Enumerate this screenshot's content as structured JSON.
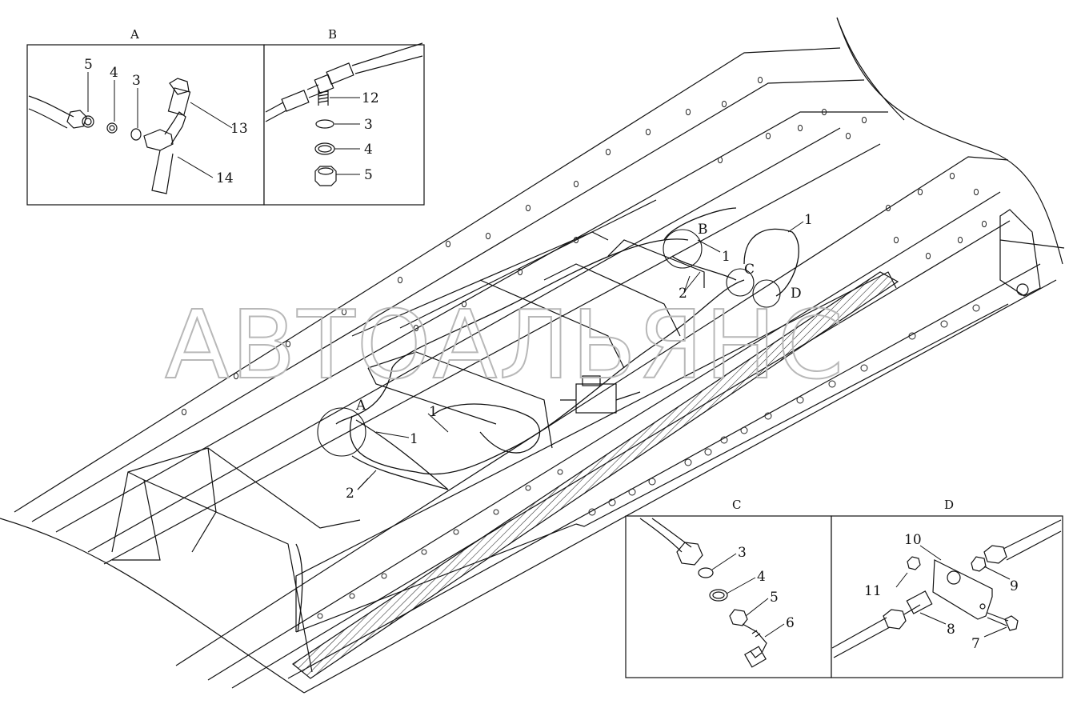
{
  "watermark": "АВТОАЛЬЯНС",
  "insets": {
    "A": {
      "title": "A",
      "labels": [
        "5",
        "4",
        "3",
        "13",
        "14"
      ]
    },
    "B": {
      "title": "B",
      "labels": [
        "12",
        "3",
        "4",
        "5"
      ]
    },
    "C": {
      "title": "C",
      "labels": [
        "3",
        "4",
        "5",
        "6"
      ]
    },
    "D": {
      "title": "D",
      "labels": [
        "10",
        "9",
        "11",
        "8",
        "7"
      ]
    }
  },
  "main_callouts": {
    "one": "1",
    "two": "2",
    "A": "A",
    "B": "B",
    "C": "C",
    "D": "D"
  }
}
